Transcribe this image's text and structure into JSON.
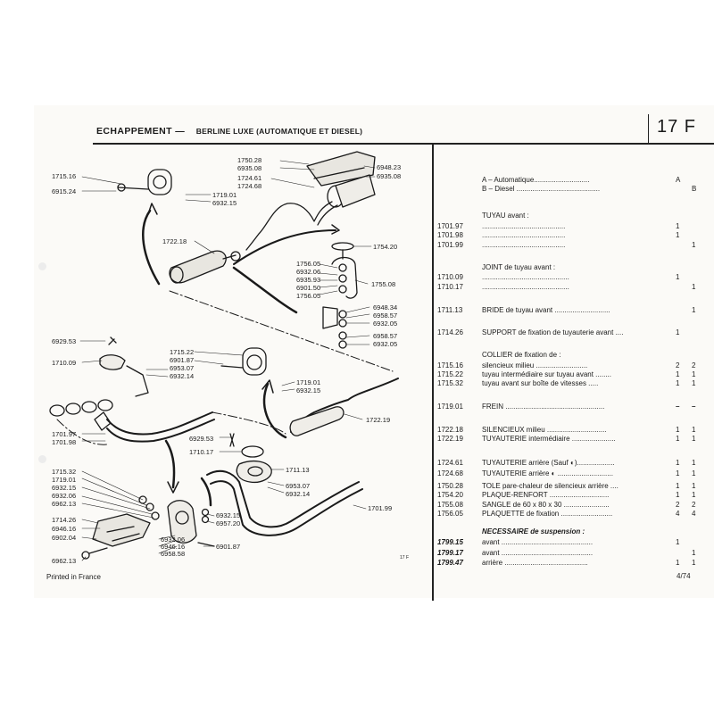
{
  "header": {
    "title": "ECHAPPEMENT —",
    "subtitle": "BERLINE LUXE (AUTOMATIQUE ET DIESEL)",
    "section": "17 F"
  },
  "footer": {
    "printed": "Printed in France",
    "page": "4/74",
    "figure": "17 F"
  },
  "legend": [
    {
      "text": "A – Automatique............................",
      "code": "A"
    },
    {
      "text": "B – Diesel ..........................................",
      "code": "B"
    }
  ],
  "diagram_labels": [
    "1715.16",
    "6915.24",
    "1750.28",
    "6935.08",
    "6948.23",
    "6935.08",
    "1724.61",
    "1724.68",
    "1719.01",
    "6932.15",
    "1722.18",
    "1754.20",
    "1756.05",
    "6932.06",
    "6935.93",
    "6901.50",
    "1756.05",
    "1755.08",
    "6948.34",
    "6958.57",
    "6932.05",
    "6958.57",
    "6932.05",
    "6929.53",
    "1710.09",
    "1715.22",
    "6901.87",
    "6953.07",
    "6932.14",
    "1719.01",
    "6932.15",
    "1722.19",
    "1701.97",
    "1701.98",
    "6929.53",
    "1710.17",
    "1711.13",
    "6953.07",
    "6932.14",
    "1701.99",
    "1715.32",
    "1719.01",
    "6932.15",
    "6932.06",
    "6962.13",
    "1714.26",
    "6946.16",
    "6902.04",
    "6962.13",
    "6932.15",
    "6957.20",
    "6932.06",
    "6946.16",
    "6958.58",
    "6901.87"
  ],
  "parts": [
    {
      "ref": "",
      "desc": "TUYAU avant :",
      "qa": "",
      "qb": ""
    },
    {
      "ref": "1701.97",
      "desc": "  ..........................................",
      "qa": "1",
      "qb": ""
    },
    {
      "ref": "1701.98",
      "desc": "  ..........................................",
      "qa": "1",
      "qb": ""
    },
    {
      "ref": "1701.99",
      "desc": "  ..........................................",
      "qa": "",
      "qb": "1"
    },
    {
      "ref": "",
      "desc": "JOINT de tuyau avant :",
      "qa": "",
      "qb": ""
    },
    {
      "ref": "1710.09",
      "desc": "............................................",
      "qa": "1",
      "qb": ""
    },
    {
      "ref": "1710.17",
      "desc": "............................................",
      "qa": "",
      "qb": "1"
    },
    {
      "ref": "1711.13",
      "desc": "BRIDE de tuyau avant ............................",
      "qa": "",
      "qb": "1"
    },
    {
      "ref": "1714.26",
      "desc": "SUPPORT de fixation de tuyauterie avant ....",
      "qa": "1",
      "qb": ""
    },
    {
      "ref": "",
      "desc": "COLLIER de fixation de :",
      "qa": "",
      "qb": ""
    },
    {
      "ref": "1715.16",
      "desc": "silencieux milieu ..........................",
      "qa": "2",
      "qb": "2"
    },
    {
      "ref": "1715.22",
      "desc": "tuyau intermédiaire sur tuyau avant ........",
      "qa": "1",
      "qb": "1"
    },
    {
      "ref": "1715.32",
      "desc": "tuyau avant sur boîte de vitesses .....",
      "qa": "1",
      "qb": "1"
    },
    {
      "ref": "1719.01",
      "desc": "FREIN ..................................................",
      "qa": "–",
      "qb": "–"
    },
    {
      "ref": "1722.18",
      "desc": "SILENCIEUX milieu ..............................",
      "qa": "1",
      "qb": "1"
    },
    {
      "ref": "1722.19",
      "desc": "TUYAUTERIE intermédiaire ......................",
      "qa": "1",
      "qb": "1"
    },
    {
      "ref": "1724.61",
      "desc": "TUYAUTERIE arrière (Sauf ◐)...................",
      "qa": "1",
      "qb": "1"
    },
    {
      "ref": "1724.68",
      "desc": "TUYAUTERIE arrière ◐ ............................",
      "qa": "1",
      "qb": "1"
    },
    {
      "ref": "1750.28",
      "desc": "TOLE pare-chaleur de silencieux arrière ....",
      "qa": "1",
      "qb": "1"
    },
    {
      "ref": "1754.20",
      "desc": "PLAQUE-RENFORT ..............................",
      "qa": "1",
      "qb": "1"
    },
    {
      "ref": "1755.08",
      "desc": "SANGLE de 60 x 80 x 30 .......................",
      "qa": "2",
      "qb": "2"
    },
    {
      "ref": "1756.05",
      "desc": "PLAQUETTE de fixation ..........................",
      "qa": "4",
      "qb": "4"
    },
    {
      "ref": "",
      "desc": "NECESSAIRE de suspension :",
      "qa": "",
      "qb": ""
    },
    {
      "ref": "1799.15",
      "desc": "avant ..............................................",
      "qa": "1",
      "qb": ""
    },
    {
      "ref": "1799.17",
      "desc": "avant ..............................................",
      "qa": "",
      "qb": "1"
    },
    {
      "ref": "1799.47",
      "desc": "arrière ..........................................",
      "qa": "1",
      "qb": "1"
    }
  ]
}
